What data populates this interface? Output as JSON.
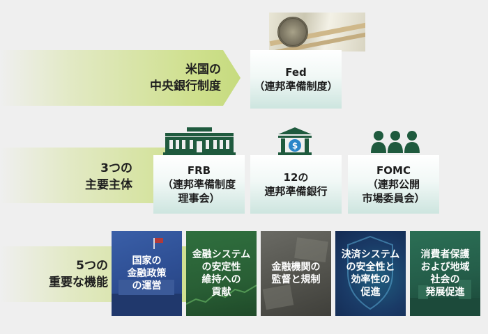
{
  "rows": {
    "row1_label": [
      "米国の",
      "中央銀行制度"
    ],
    "row2_label": [
      "3つの",
      "主要主体"
    ],
    "row3_label": [
      "5つの",
      "重要な機能"
    ]
  },
  "fed": {
    "lines": [
      "Fed",
      "（連邦準備制度）"
    ]
  },
  "entities": [
    {
      "icon": "building-icon",
      "lines": [
        "FRB",
        "（連邦準備制度",
        "理事会）"
      ]
    },
    {
      "icon": "bank-icon",
      "lines": [
        "12の",
        "連邦準備銀行"
      ]
    },
    {
      "icon": "people-icon",
      "lines": [
        "FOMC",
        "（連邦公開",
        "市場委員会）"
      ]
    }
  ],
  "functions": [
    {
      "lines": [
        "国家の",
        "金融政策",
        "の運営"
      ]
    },
    {
      "lines": [
        "金融システム",
        "の安定性",
        "維持への",
        "貢献"
      ]
    },
    {
      "lines": [
        "金融機関の",
        "監督と規制"
      ]
    },
    {
      "lines": [
        "決済システム",
        "の安全性と",
        "効率性の",
        "促進"
      ]
    },
    {
      "lines": [
        "消費者保護",
        "および地域",
        "社会の",
        "発展促進"
      ]
    }
  ],
  "colors": {
    "icon": "#1f5a3e",
    "arrow": "#cfe08e",
    "card_bottom": "#cde5df"
  }
}
